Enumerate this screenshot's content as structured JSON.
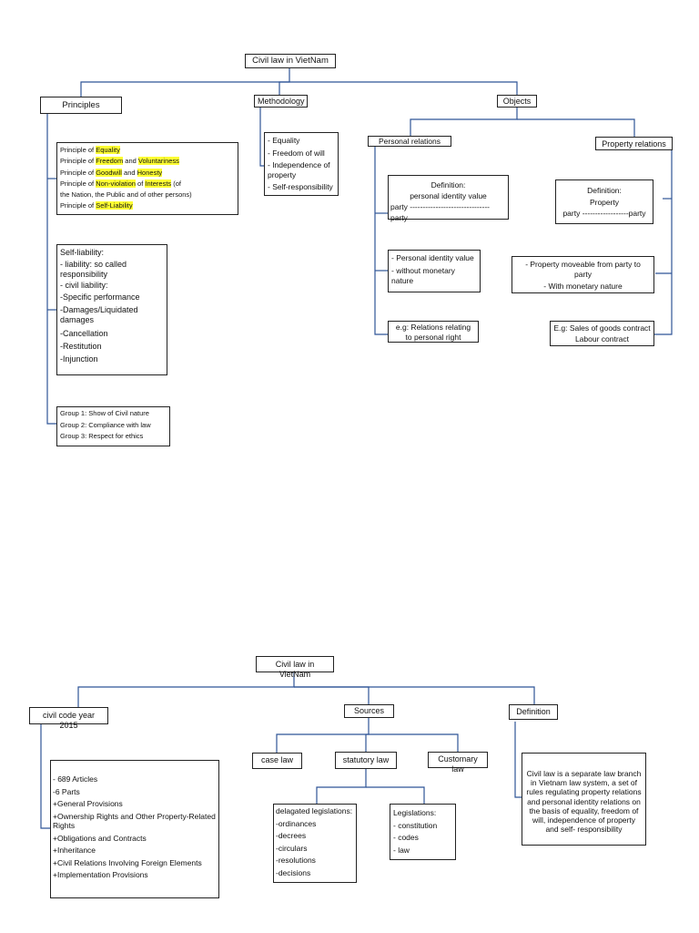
{
  "diagram1": {
    "root": "Civil law in VietNam",
    "principles": {
      "label": "Principles",
      "list": [
        {
          "parts": [
            {
              "t": "Principle of "
            },
            {
              "t": "Equality",
              "hl": true
            }
          ]
        },
        {
          "parts": [
            {
              "t": "Principle of "
            },
            {
              "t": "Freedom",
              "hl": true
            },
            {
              "t": " and "
            },
            {
              "t": "Voluntariness",
              "hl": true
            }
          ]
        },
        {
          "parts": [
            {
              "t": "Principle of "
            },
            {
              "t": "Goodwill",
              "hl": true
            },
            {
              "t": " and "
            },
            {
              "t": "Honesty",
              "hl": true
            }
          ]
        },
        {
          "parts": [
            {
              "t": "Principle of "
            },
            {
              "t": "Non-violation",
              "hl": true
            },
            {
              "t": " of "
            },
            {
              "t": "Interests",
              "hl": true
            },
            {
              "t": " (of"
            }
          ]
        },
        {
          "parts": [
            {
              "t": "the Nation, the Public and of other persons)"
            }
          ]
        },
        {
          "parts": [
            {
              "t": "Principle of "
            },
            {
              "t": "Self-Liability",
              "hl": true
            }
          ]
        }
      ],
      "self_liability": [
        "Self-liability:",
        "- liability: so called responsibility",
        "- civil liability:",
        "-Specific performance",
        "-Damages/Liquidated damages",
        "-Cancellation",
        "-Restitution",
        "-Injunction"
      ],
      "groups": [
        "Group 1: Show of Civil nature",
        "Group 2: Compliance with law",
        "Group 3: Respect for ethics"
      ]
    },
    "methodology": {
      "label": "Methodology",
      "items": [
        "- Equality",
        "- Freedom of will",
        "- Independence of property",
        "- Self-responsibility"
      ]
    },
    "objects": {
      "label": "Objects",
      "personal": {
        "label": "Personal relations",
        "definition": [
          "Definition:",
          "personal identity value",
          "party -------------------------------party"
        ],
        "features": [
          "- Personal identity value",
          "- without monetary nature"
        ],
        "example": "e.g: Relations relating to personal right"
      },
      "property": {
        "label": "Property relations",
        "definition": [
          "Definition:",
          "Property",
          "party ------------------party"
        ],
        "features": [
          "- Property moveable from party to party",
          "- With monetary nature"
        ],
        "example": [
          "E.g: Sales of goods contract",
          "Labour contract"
        ]
      }
    }
  },
  "diagram2": {
    "root": "Civil law in VietNam",
    "code": {
      "label": "civil code year 2015",
      "items": [
        "- 689 Articles",
        "-6 Parts",
        "+General Provisions",
        "+Ownership Rights and Other Property-Related Rights",
        "+Obligations and Contracts",
        "+Inheritance",
        "+Civil Relations Involving Foreign Elements",
        "+Implementation Provisions"
      ]
    },
    "sources": {
      "label": "Sources",
      "case_law": "case law",
      "statutory": "statutory law",
      "customary": "Customary law",
      "delegated": [
        "delagated legislations:",
        "-ordinances",
        "-decrees",
        "-circulars",
        "-resolutions",
        "-decisions"
      ],
      "legislations": [
        "Legislations:",
        "- constitution",
        "- codes",
        "- law"
      ]
    },
    "definition": {
      "label": "Definition",
      "text": "Civil law is a separate law branch in Vietnam law system, a set of rules regulating property relations and personal identity relations on the basis of equality, freedom of will, independence of property and self- responsibility"
    }
  }
}
